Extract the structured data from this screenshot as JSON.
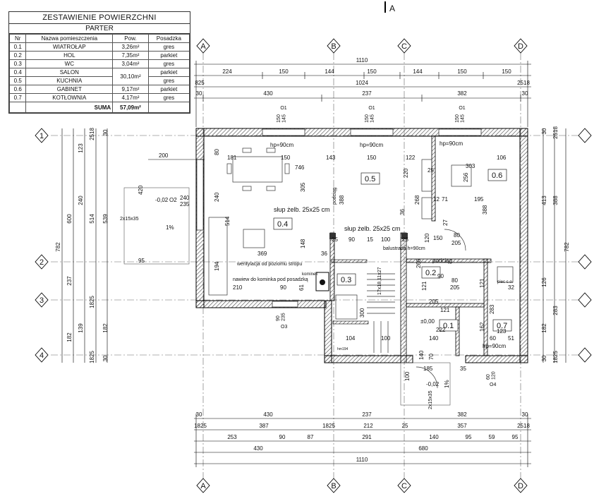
{
  "area_table": {
    "title": "ZESTAWIENIE POWIERZCHNI",
    "floor": "PARTER",
    "headers": [
      "Nr",
      "Nazwa pomieszczenia",
      "Pow.",
      "Posadzka"
    ],
    "rows": [
      [
        "0.1",
        "WIATROŁAP",
        "3,26m²",
        "gres"
      ],
      [
        "0.2",
        "HOL",
        "7,35m²",
        "parkiet"
      ],
      [
        "0.3",
        "WC",
        "3,04m²",
        "gres"
      ],
      [
        "0.4",
        "SALON",
        "30,10m²",
        "parkiet"
      ],
      [
        "0.5",
        "KUCHNIA",
        "",
        "gres"
      ],
      [
        "0.6",
        "GABINET",
        "9,17m²",
        "parkiet"
      ],
      [
        "0.7",
        "KOTŁOWNIA",
        "4,17m²",
        "gres"
      ]
    ],
    "sum_label": "SUMA",
    "sum_value": "57,09m²"
  },
  "section_marker": "A",
  "grid_axes": {
    "columns": [
      "A",
      "B",
      "C",
      "D"
    ],
    "rows": [
      "1",
      "2",
      "3",
      "4"
    ]
  },
  "dims_top": {
    "overall": "1110",
    "row1": [
      "224",
      "150",
      "144",
      "150",
      "144",
      "150",
      "150"
    ],
    "row2_left": "825",
    "row2": "1024",
    "row2_right": "2518",
    "row3": [
      "30",
      "430",
      "237",
      "382",
      "30"
    ]
  },
  "dims_bottom": {
    "row1": [
      "30",
      "430",
      "237",
      "382",
      "30"
    ],
    "row2": [
      "1825",
      "387",
      "1825",
      "212",
      "25",
      "357",
      "2518"
    ],
    "row3": [
      "253",
      "90",
      "87",
      "291",
      "140",
      "95",
      "59",
      "95"
    ],
    "row4": [
      "430",
      "680"
    ],
    "overall": "1110"
  },
  "dims_left": {
    "outer": "782",
    "mid": [
      "600",
      "237",
      "182"
    ],
    "inner": [
      "123",
      "240",
      "139",
      "182"
    ],
    "inner2": [
      "514",
      "539"
    ],
    "small": [
      "2518",
      "30",
      "1825",
      "30",
      "1825",
      "30"
    ]
  },
  "dims_right": {
    "outer": "782",
    "a": [
      "413",
      "126",
      "182"
    ],
    "b": [
      "388",
      "283"
    ],
    "small": [
      "30",
      "2518",
      "1825",
      "30"
    ]
  },
  "rooms": {
    "r04": "0.4",
    "r05": "0.5",
    "r06": "0.6",
    "r02": "0.2",
    "r03": "0.3",
    "r01": "0.1",
    "r07": "0.7"
  },
  "windows": {
    "o1a": "O1",
    "o1b": "O1",
    "o1c": "O1",
    "o2": "O2",
    "o3": "O3",
    "o4": "O4",
    "o1_dims": "150\n145",
    "o2_dims": "240\n235",
    "o3_dims": "90\n235",
    "o4_dims": "60\n120"
  },
  "annotations": {
    "hp1": "hp=90cm",
    "hp2": "hp=90cm",
    "hp3": "hp=90cm",
    "hp4": "hp=90cm",
    "post1": "słup żelb. 25x25 cm",
    "post2": "słup żelb. 25x25 cm",
    "balustrade": "balustrada h=90cm",
    "vent": "wentylacja od poziomu stropu",
    "fireplace_air": "nawiew do kominka pod posadzką",
    "fireplace": "kominek",
    "stairs": "17x18,11x27",
    "podciag1": "podciąg",
    "podciag2": "podciąg",
    "steps_left": "2x15x35",
    "steps_bottom": "2x15x35",
    "level1": "-0,02",
    "level2": "-0,02",
    "level3": "±0,00",
    "slope1": "1%",
    "slope2": "1%",
    "stove": "piec c.o.",
    "hm": "hm194"
  },
  "inner_dims": {
    "d200": "200",
    "d181": "181",
    "d150a": "150",
    "d143": "143",
    "d150b": "150",
    "d122": "122",
    "d303": "303",
    "d106": "106",
    "d746": "746",
    "d80a": "80",
    "d420": "420",
    "d240": "240",
    "d305": "305",
    "d388a": "388",
    "d220": "220",
    "d256": "256",
    "d195": "195",
    "d388b": "388",
    "d514": "514",
    "d369": "369",
    "d148": "148",
    "d194": "194",
    "d210": "210",
    "d90a": "90",
    "d36a": "36",
    "d36b": "36",
    "d61": "61",
    "d25a": "25",
    "d90b": "90",
    "d15": "15",
    "d100a": "100",
    "d25b": "25",
    "d120": "120",
    "d150c": "150",
    "d80b": "80",
    "d205a": "205",
    "d266": "266",
    "d121a": "121",
    "d80c": "80",
    "d205b": "205",
    "d121b": "121",
    "d283": "283",
    "d300": "300",
    "d104": "104",
    "d100b": "100",
    "d140a": "140",
    "d222": "222",
    "d162": "162",
    "d123": "123",
    "d60": "60",
    "d51": "51",
    "d140b": "140",
    "d70": "70",
    "d185": "185",
    "d35": "35",
    "d100c": "100",
    "d268": "268",
    "d25c": "25",
    "d12": "12",
    "d71": "71",
    "d27": "27",
    "d90c": "90",
    "d32": "32",
    "d121c": "121",
    "d205c": "205",
    "d95": "95"
  }
}
